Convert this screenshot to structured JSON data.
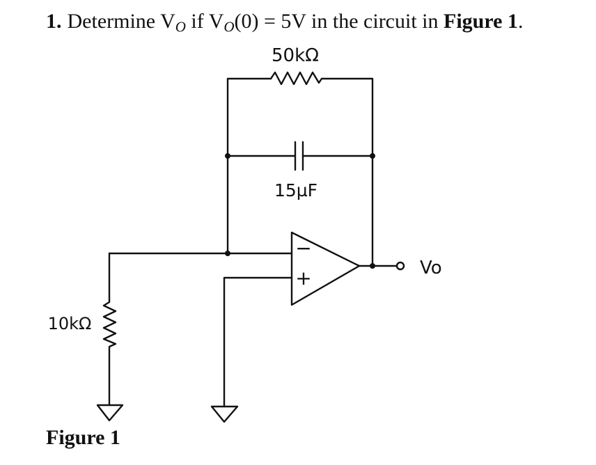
{
  "problem": {
    "number": "1.",
    "text_before": "Determine V",
    "var_sub": "O",
    "text_mid": " if V",
    "cond_sub": "O",
    "condition_tail": "(0) = 5V in the circuit in ",
    "figure_ref": "Figure 1",
    "period": "."
  },
  "circuit": {
    "feedback_resistor": "50kΩ",
    "capacitor": "15µF",
    "input_resistor": "10kΩ",
    "output_label": "Vo",
    "opamp_inverting": "−",
    "opamp_noninverting": "+"
  },
  "figure_caption": "Figure 1"
}
